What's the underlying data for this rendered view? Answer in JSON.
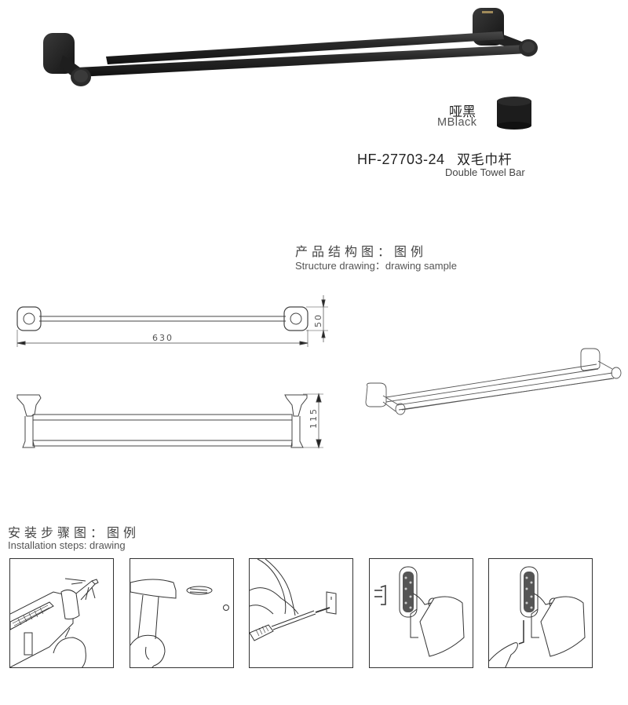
{
  "product": {
    "finish_cn": "哑黑",
    "finish_en": "MBlack",
    "model": "HF-27703-24",
    "name_cn": "双毛巾杆",
    "name_en": "Double Towel Bar",
    "finish_color": "#1c1c1c"
  },
  "structure": {
    "title_cn": "产品结构图：图例",
    "title_en": "Structure drawing：drawing sample",
    "dimensions": {
      "length": "630",
      "depth": "50",
      "height": "115"
    }
  },
  "installation": {
    "title_cn": "安装步骤图：图例",
    "title_en": "Installation steps: drawing",
    "steps": [
      {
        "step": 1,
        "depicts": "drill-wall"
      },
      {
        "step": 2,
        "depicts": "hammer-anchor"
      },
      {
        "step": 3,
        "depicts": "screw-bracket"
      },
      {
        "step": 4,
        "depicts": "mount-fixture"
      },
      {
        "step": 5,
        "depicts": "tighten-hex-key"
      }
    ]
  }
}
